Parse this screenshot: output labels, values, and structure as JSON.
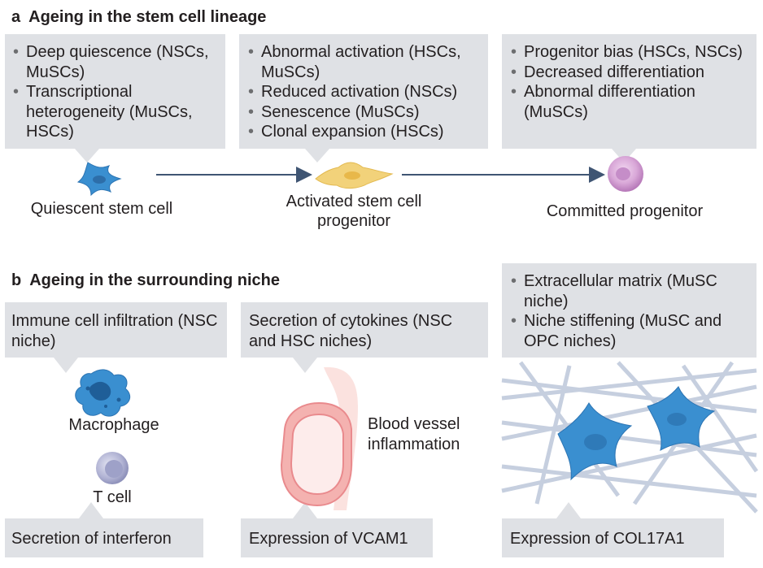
{
  "panel_a": {
    "letter": "a",
    "title": "Ageing in the stem cell lineage",
    "box1": [
      "Deep quiescence (NSCs, MuSCs)",
      "Transcriptional heterogeneity (MuSCs, HSCs)"
    ],
    "box2": [
      "Abnormal activation (HSCs, MuSCs)",
      "Reduced activation (NSCs)",
      "Senescence (MuSCs)",
      "Clonal expansion (HSCs)"
    ],
    "box3": [
      "Progenitor bias (HSCs, NSCs)",
      "Decreased differentiation",
      "Abnormal differentiation (MuSCs)"
    ],
    "cell1_label": "Quiescent stem cell",
    "cell2_label_line1": "Activated stem cell",
    "cell2_label_line2": "progenitor",
    "cell3_label": "Committed progenitor"
  },
  "panel_b": {
    "letter": "b",
    "title": "Ageing in the surrounding niche",
    "box_immune": "Immune cell infiltration (NSC niche)",
    "macrophage_label": "Macrophage",
    "tcell_label": "T cell",
    "box_interferon": "Secretion of interferon",
    "box_cytokines": "Secretion of cytokines (NSC and HSC niches)",
    "vessel_label_line1": "Blood vessel",
    "vessel_label_line2": "inflammation",
    "box_vcam": "Expression of VCAM1",
    "box_matrix": [
      "Extracellular matrix (MuSC niche)",
      "Niche stiffening (MuSC and OPC niches)"
    ],
    "box_col17": "Expression of COL17A1"
  },
  "colors": {
    "box_bg": "#dfe1e5",
    "arrow": "#3f5573",
    "stem_cell": "#3a8fd0",
    "activated_cell": "#f2d27a",
    "progenitor_cell": "#c58dc8",
    "macrophage": "#3a8fd0",
    "t_cell": "#a7a9cd",
    "vessel": "#e98a8d",
    "matrix_fibers": "#c6cfdf"
  }
}
